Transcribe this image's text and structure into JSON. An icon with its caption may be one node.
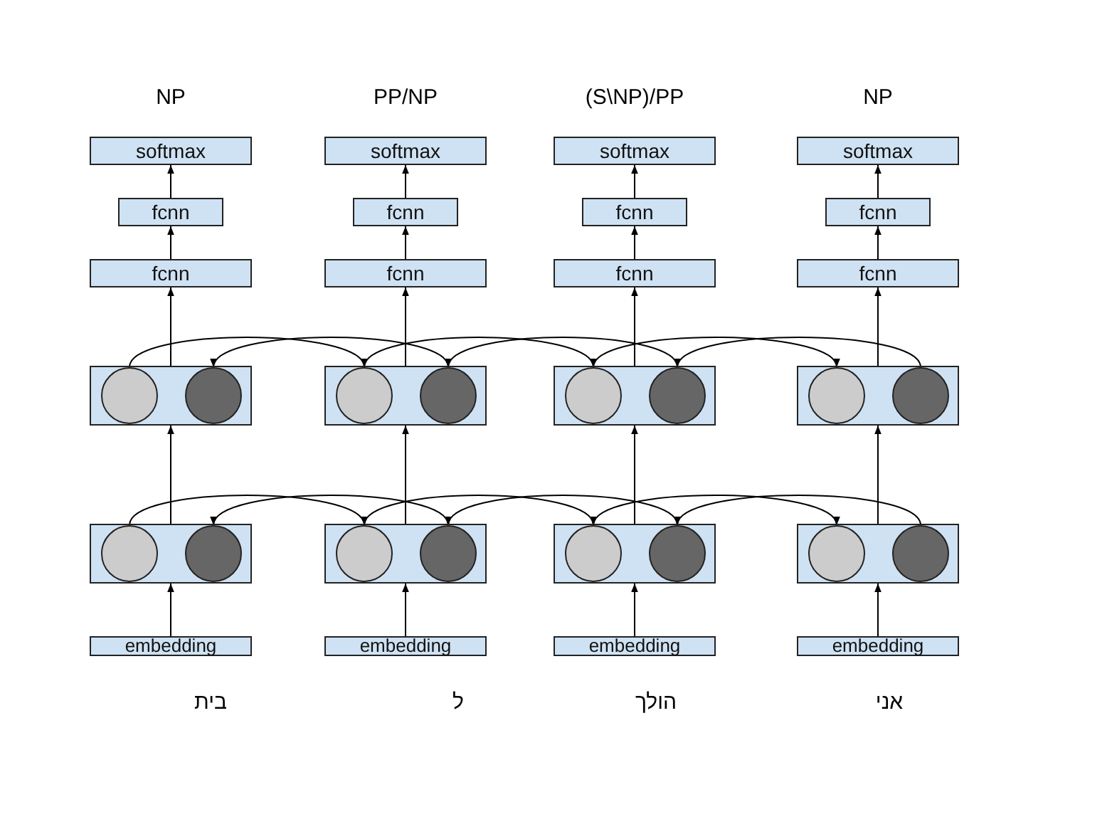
{
  "diagram": {
    "nodes": [
      {
        "text": [
          "softmax"
        ]
      },
      {
        "text": [
          "softmax"
        ]
      },
      {
        "text": [
          "softmax"
        ]
      },
      {
        "text": [
          "softmax"
        ]
      },
      {
        "text": [
          "fcnn"
        ]
      },
      {
        "text": [
          "fcnn"
        ]
      },
      {
        "text": [
          "fcnn"
        ]
      },
      {
        "text": [
          "fcnn"
        ]
      },
      {
        "text": [
          "fcnn"
        ]
      },
      {
        "text": [
          "fcnn"
        ]
      },
      {
        "text": [
          "fcnn"
        ]
      },
      {
        "text": [
          "fcnn"
        ]
      },
      {
        "text": [],
        "shape": "box"
      },
      {
        "text": [],
        "shape": "circle",
        "in": 12
      },
      {
        "text": [],
        "shape": "circle",
        "in": 12
      },
      {
        "text": [],
        "shape": "box"
      },
      {
        "text": [],
        "shape": "circle",
        "in": 15
      },
      {
        "text": [],
        "shape": "circle",
        "in": 15
      },
      {
        "text": [],
        "shape": "box"
      },
      {
        "text": [],
        "shape": "circle",
        "in": 18
      },
      {
        "text": [],
        "shape": "circle",
        "in": 18
      },
      {
        "text": [],
        "shape": "box"
      },
      {
        "text": [],
        "shape": "circle",
        "in": 21
      },
      {
        "text": [],
        "shape": "circle",
        "in": 21
      },
      {
        "text": [],
        "shape": "box"
      },
      {
        "text": [],
        "shape": "circle",
        "in": 24
      },
      {
        "text": [],
        "shape": "circle",
        "in": 24
      },
      {
        "text": [],
        "shape": "box"
      },
      {
        "text": [],
        "shape": "circle",
        "in": 27
      },
      {
        "text": [],
        "shape": "circle",
        "in": 27
      },
      {
        "text": [],
        "shape": "box"
      },
      {
        "text": [],
        "shape": "circle",
        "in": 30
      },
      {
        "text": [],
        "shape": "circle",
        "in": 30
      },
      {
        "text": [],
        "shape": "box"
      },
      {
        "text": [],
        "shape": "circle",
        "in": 33
      },
      {
        "text": [],
        "shape": "circle",
        "in": 33
      },
      {
        "text": [
          "embedding"
        ]
      },
      {
        "text": [
          "embedding"
        ]
      },
      {
        "text": [
          "embedding"
        ]
      },
      {
        "text": [
          "embedding"
        ]
      }
    ],
    "edges": [
      {
        "from": 36,
        "to": 24,
        "arrow": "to"
      },
      {
        "from": 24,
        "to": 12,
        "arrow": "to"
      },
      {
        "from": 12,
        "to": 8,
        "arrow": "to"
      },
      {
        "from": 8,
        "to": 4,
        "arrow": "to"
      },
      {
        "from": 4,
        "to": 0,
        "arrow": "to"
      },
      {
        "from": 37,
        "to": 27,
        "arrow": "to"
      },
      {
        "from": 27,
        "to": 15,
        "arrow": "to"
      },
      {
        "from": 15,
        "to": 9,
        "arrow": "to"
      },
      {
        "from": 9,
        "to": 5,
        "arrow": "to"
      },
      {
        "from": 5,
        "to": 1,
        "arrow": "to"
      },
      {
        "from": 38,
        "to": 30,
        "arrow": "to"
      },
      {
        "from": 30,
        "to": 18,
        "arrow": "to"
      },
      {
        "from": 18,
        "to": 10,
        "arrow": "to"
      },
      {
        "from": 10,
        "to": 6,
        "arrow": "to"
      },
      {
        "from": 6,
        "to": 2,
        "arrow": "to"
      },
      {
        "from": 39,
        "to": 33,
        "arrow": "to"
      },
      {
        "from": 33,
        "to": 21,
        "arrow": "to"
      },
      {
        "from": 21,
        "to": 11,
        "arrow": "to"
      },
      {
        "from": 11,
        "to": 7,
        "arrow": "to"
      },
      {
        "from": 7,
        "to": 3,
        "arrow": "to"
      },
      {
        "from": 13,
        "to": 16,
        "arrow": "to"
      },
      {
        "from": 16,
        "to": 19,
        "arrow": "to"
      },
      {
        "from": 19,
        "to": 22,
        "arrow": "to"
      },
      {
        "from": 17,
        "to": 14,
        "arrow": "to"
      },
      {
        "from": 20,
        "to": 17,
        "arrow": "to"
      },
      {
        "from": 23,
        "to": 20,
        "arrow": "to"
      },
      {
        "from": 25,
        "to": 28,
        "arrow": "to"
      },
      {
        "from": 28,
        "to": 31,
        "arrow": "to"
      },
      {
        "from": 31,
        "to": 34,
        "arrow": "to"
      },
      {
        "from": 29,
        "to": 26,
        "arrow": "to"
      },
      {
        "from": 32,
        "to": 29,
        "arrow": "to"
      },
      {
        "from": 35,
        "to": 32,
        "arrow": "to"
      }
    ],
    "labels": [
      "NP",
      "PP/NP",
      "(S\\NP)/PP",
      "NP",
      "בית",
      "ל",
      "הולך",
      "אני"
    ]
  }
}
